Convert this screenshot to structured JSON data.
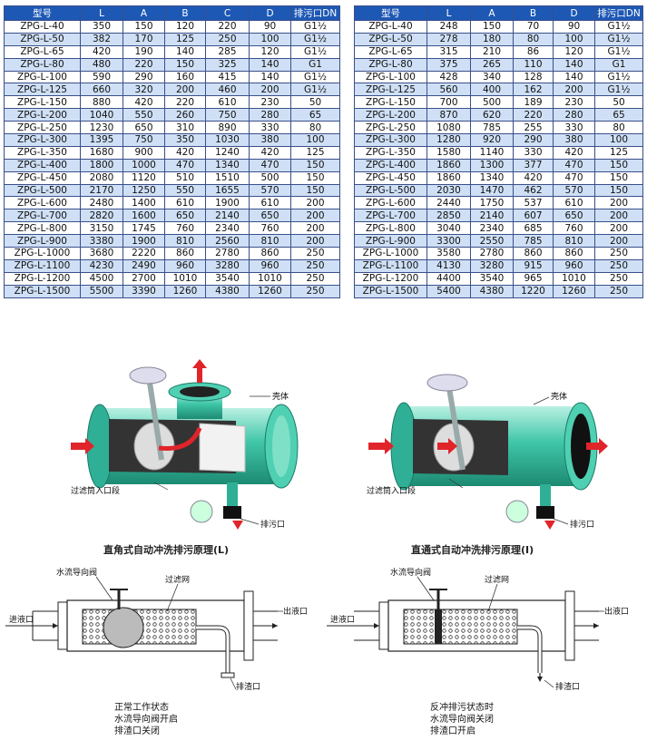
{
  "tables": [
    {
      "headers": [
        "型号",
        "L",
        "A",
        "B",
        "C",
        "D",
        "排污口DN"
      ],
      "rows": [
        [
          "ZPG-L-40",
          "350",
          "150",
          "120",
          "220",
          "90",
          "G1½"
        ],
        [
          "ZPG-L-50",
          "382",
          "170",
          "125",
          "250",
          "100",
          "G1½"
        ],
        [
          "ZPG-L-65",
          "420",
          "190",
          "140",
          "285",
          "120",
          "G1½"
        ],
        [
          "ZPG-L-80",
          "480",
          "220",
          "150",
          "325",
          "140",
          "G1"
        ],
        [
          "ZPG-L-100",
          "590",
          "290",
          "160",
          "415",
          "140",
          "G1½"
        ],
        [
          "ZPG-L-125",
          "660",
          "320",
          "200",
          "460",
          "200",
          "G1½"
        ],
        [
          "ZPG-L-150",
          "880",
          "420",
          "220",
          "610",
          "230",
          "50"
        ],
        [
          "ZPG-L-200",
          "1040",
          "550",
          "260",
          "750",
          "280",
          "65"
        ],
        [
          "ZPG-L-250",
          "1230",
          "650",
          "310",
          "890",
          "330",
          "80"
        ],
        [
          "ZPG-L-300",
          "1395",
          "750",
          "350",
          "1030",
          "380",
          "100"
        ],
        [
          "ZPG-L-350",
          "1680",
          "900",
          "420",
          "1240",
          "420",
          "125"
        ],
        [
          "ZPG-L-400",
          "1800",
          "1000",
          "470",
          "1340",
          "470",
          "150"
        ],
        [
          "ZPG-L-450",
          "2080",
          "1120",
          "510",
          "1510",
          "500",
          "150"
        ],
        [
          "ZPG-L-500",
          "2170",
          "1250",
          "550",
          "1655",
          "570",
          "150"
        ],
        [
          "ZPG-L-600",
          "2480",
          "1400",
          "610",
          "1900",
          "610",
          "200"
        ],
        [
          "ZPG-L-700",
          "2820",
          "1600",
          "650",
          "2140",
          "650",
          "200"
        ],
        [
          "ZPG-L-800",
          "3150",
          "1745",
          "760",
          "2340",
          "760",
          "200"
        ],
        [
          "ZPG-L-900",
          "3380",
          "1900",
          "810",
          "2560",
          "810",
          "200"
        ],
        [
          "ZPG-L-1000",
          "3680",
          "2220",
          "860",
          "2780",
          "860",
          "250"
        ],
        [
          "ZPG-L-1100",
          "4230",
          "2490",
          "960",
          "3280",
          "960",
          "250"
        ],
        [
          "ZPG-L-1200",
          "4500",
          "2700",
          "1010",
          "3540",
          "1010",
          "250"
        ],
        [
          "ZPG-L-1500",
          "5500",
          "3390",
          "1260",
          "4380",
          "1260",
          "250"
        ]
      ]
    },
    {
      "headers": [
        "型号",
        "L",
        "A",
        "B",
        "D",
        "排污口DN"
      ],
      "rows": [
        [
          "ZPG-L-40",
          "248",
          "150",
          "70",
          "90",
          "G1½"
        ],
        [
          "ZPG-L-50",
          "278",
          "180",
          "80",
          "100",
          "G1½"
        ],
        [
          "ZPG-L-65",
          "315",
          "210",
          "86",
          "120",
          "G1½"
        ],
        [
          "ZPG-L-80",
          "375",
          "265",
          "110",
          "140",
          "G1"
        ],
        [
          "ZPG-L-100",
          "428",
          "340",
          "128",
          "140",
          "G1½"
        ],
        [
          "ZPG-L-125",
          "560",
          "400",
          "162",
          "200",
          "G1½"
        ],
        [
          "ZPG-L-150",
          "700",
          "500",
          "189",
          "230",
          "50"
        ],
        [
          "ZPG-L-200",
          "870",
          "620",
          "220",
          "280",
          "65"
        ],
        [
          "ZPG-L-250",
          "1080",
          "785",
          "255",
          "330",
          "80"
        ],
        [
          "ZPG-L-300",
          "1280",
          "920",
          "290",
          "380",
          "100"
        ],
        [
          "ZPG-L-350",
          "1580",
          "1140",
          "330",
          "420",
          "125"
        ],
        [
          "ZPG-L-400",
          "1860",
          "1300",
          "377",
          "470",
          "150"
        ],
        [
          "ZPG-L-450",
          "1860",
          "1340",
          "420",
          "470",
          "150"
        ],
        [
          "ZPG-L-500",
          "2030",
          "1470",
          "462",
          "570",
          "150"
        ],
        [
          "ZPG-L-600",
          "2440",
          "1750",
          "537",
          "610",
          "200"
        ],
        [
          "ZPG-L-700",
          "2850",
          "2140",
          "607",
          "650",
          "200"
        ],
        [
          "ZPG-L-800",
          "3040",
          "2340",
          "685",
          "760",
          "200"
        ],
        [
          "ZPG-L-900",
          "3300",
          "2550",
          "785",
          "810",
          "200"
        ],
        [
          "ZPG-L-1000",
          "3580",
          "2780",
          "860",
          "860",
          "250"
        ],
        [
          "ZPG-L-1100",
          "4130",
          "3280",
          "915",
          "960",
          "250"
        ],
        [
          "ZPG-L-1200",
          "4400",
          "3540",
          "965",
          "1010",
          "250"
        ],
        [
          "ZPG-L-1500",
          "5400",
          "4380",
          "1220",
          "1260",
          "250"
        ]
      ]
    }
  ],
  "figures": {
    "left": {
      "label_shell": "壳体",
      "label_filter_inlet": "过滤筒入口段",
      "label_drain": "排污口",
      "caption": "直角式自动冲洗排污原理(L)"
    },
    "right": {
      "label_shell": "壳体",
      "label_filter_inlet": "过滤筒入口段",
      "label_drain": "排污口",
      "caption": "直通式自动冲洗排污原理(I)"
    }
  },
  "diagrams": {
    "left": {
      "label_valve": "水流导向阀",
      "label_screen": "过滤网",
      "label_inlet": "进液口",
      "label_outlet": "出液口",
      "label_slag": "排渣口",
      "notes": [
        "正常工作状态",
        "水流导向阀开启",
        "排渣口关闭"
      ]
    },
    "right": {
      "label_valve": "水流导向阀",
      "label_screen": "过滤网",
      "label_inlet": "进液口",
      "label_outlet": "出液口",
      "label_slag": "排渣口",
      "notes": [
        "反冲排污状态时",
        "水流导向阀关闭",
        "排渣口开启"
      ]
    }
  },
  "colors": {
    "header_blue": "#1e58b5",
    "row_alt": "#cfe0f6",
    "pipe_teal": "#3fc6a8",
    "flow_red": "#e0242a"
  }
}
